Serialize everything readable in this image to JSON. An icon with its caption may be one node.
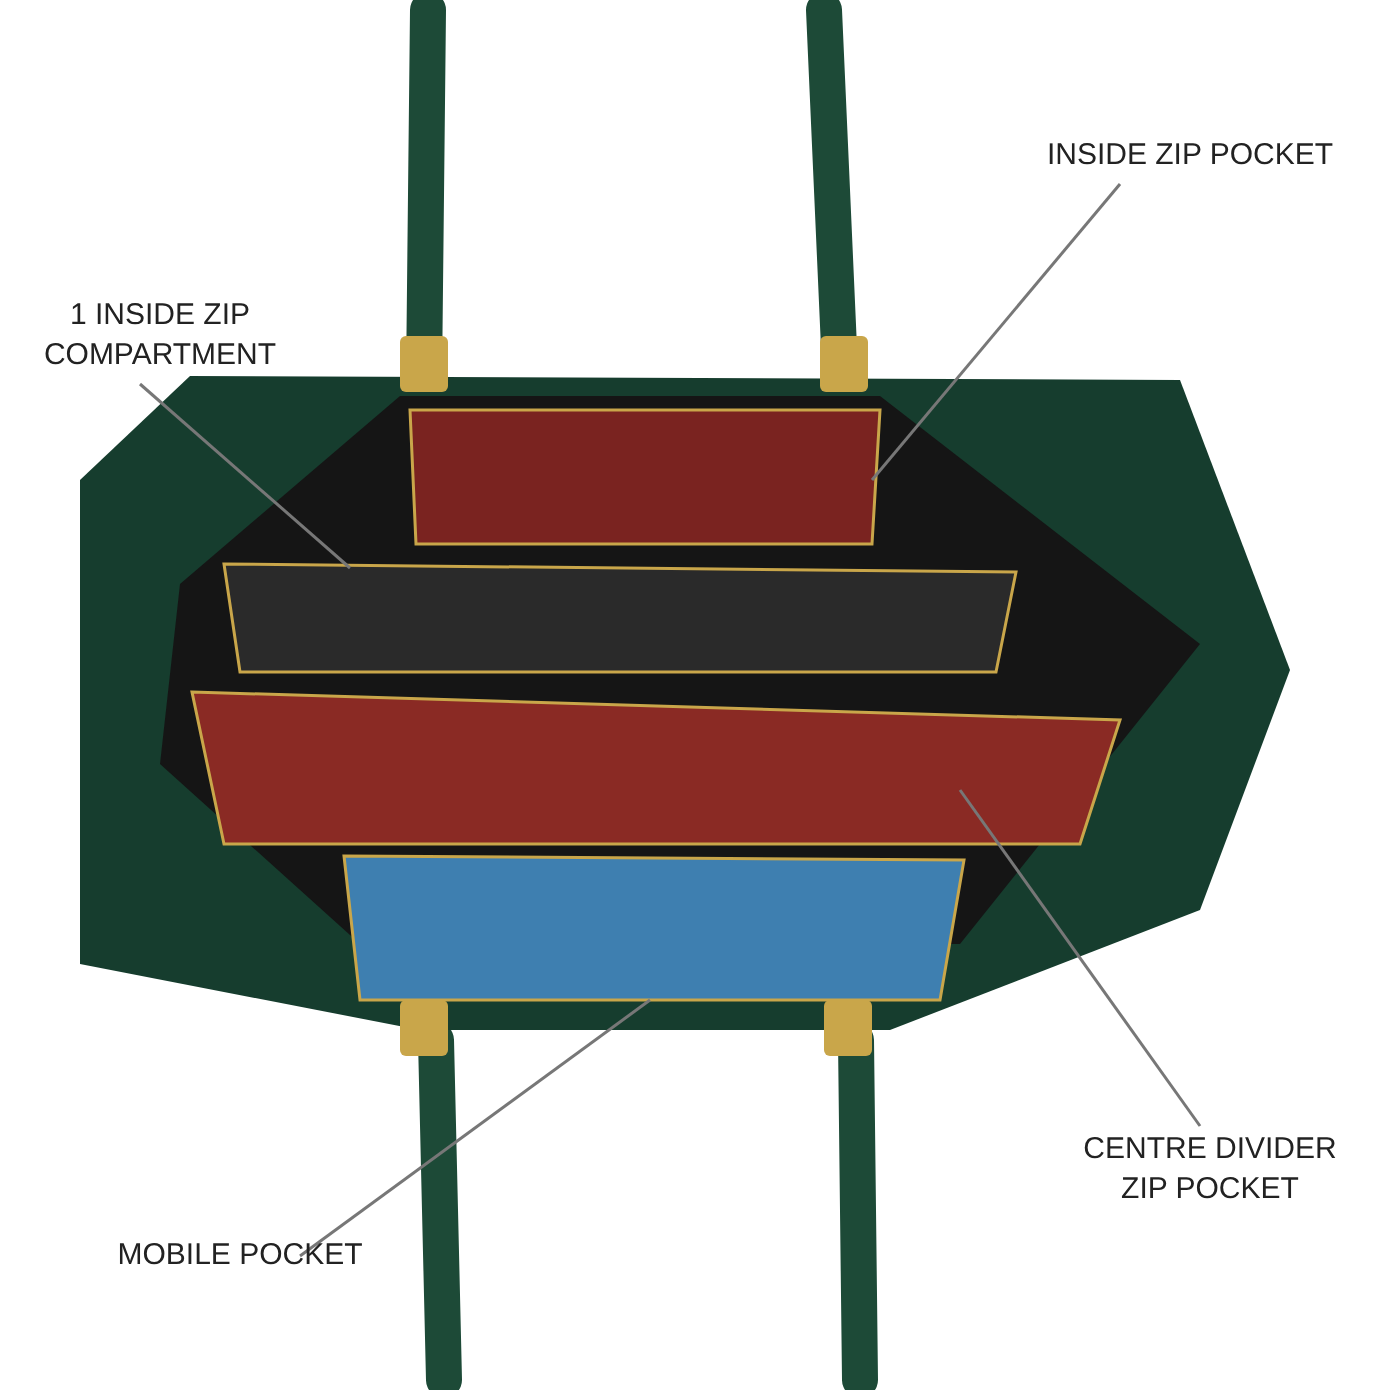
{
  "diagram": {
    "nodes": [
      {
        "text": [
          "INSIDE ZIP POCKET"
        ]
      },
      {
        "text": [
          "1 INSIDE ZIP COMPARTMENT"
        ]
      },
      {
        "text": [
          "CENTRE DIVIDER ZIP POCKET"
        ]
      },
      {
        "text": [
          "MOBILE POCKET"
        ]
      },
      {
        "text": [],
        "shape": "box"
      },
      {
        "text": [],
        "shape": "box"
      },
      {
        "text": [],
        "shape": "box"
      },
      {
        "text": [],
        "shape": "box"
      }
    ],
    "edges": [
      {
        "from": 0,
        "to": 4,
        "arrow": "none"
      },
      {
        "from": 1,
        "to": 5,
        "arrow": "none"
      },
      {
        "from": 2,
        "to": 6,
        "arrow": "none"
      },
      {
        "from": 3,
        "to": 7,
        "arrow": "none"
      }
    ]
  }
}
